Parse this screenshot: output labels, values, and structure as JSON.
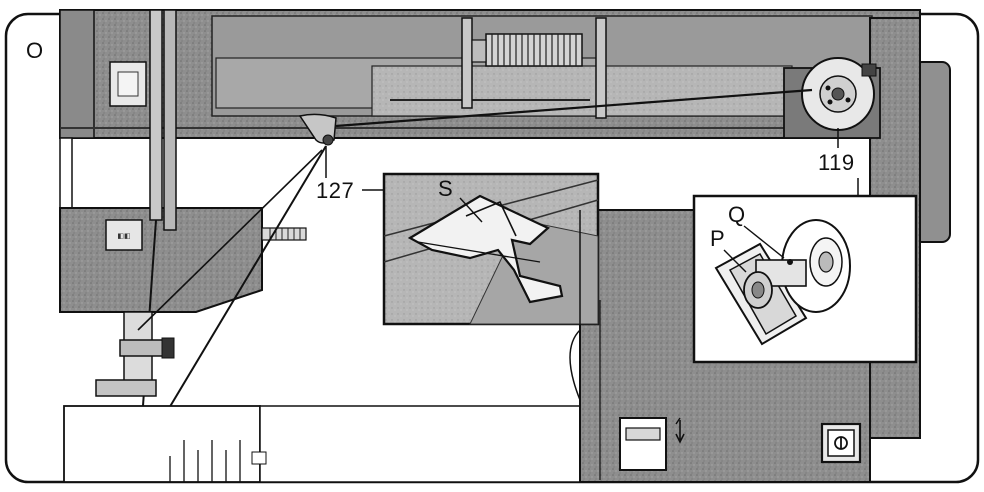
{
  "labels": {
    "corner_mark": "O",
    "callout_119": "119",
    "callout_127": "127",
    "inset_s": "S",
    "inset_q": "Q",
    "inset_p": "P"
  },
  "colors": {
    "machine_body": "#8c8c8c",
    "machine_light": "#b4b4b4",
    "machine_dark": "#5e5e5e",
    "ink": "#111111",
    "paper": "#ffffff"
  },
  "icons": [
    "power-switch-icon",
    "bobbin-winder-icon",
    "thread-guide-icon",
    "spool-pin-icon",
    "needle-bar-icon",
    "presser-foot-icon"
  ]
}
